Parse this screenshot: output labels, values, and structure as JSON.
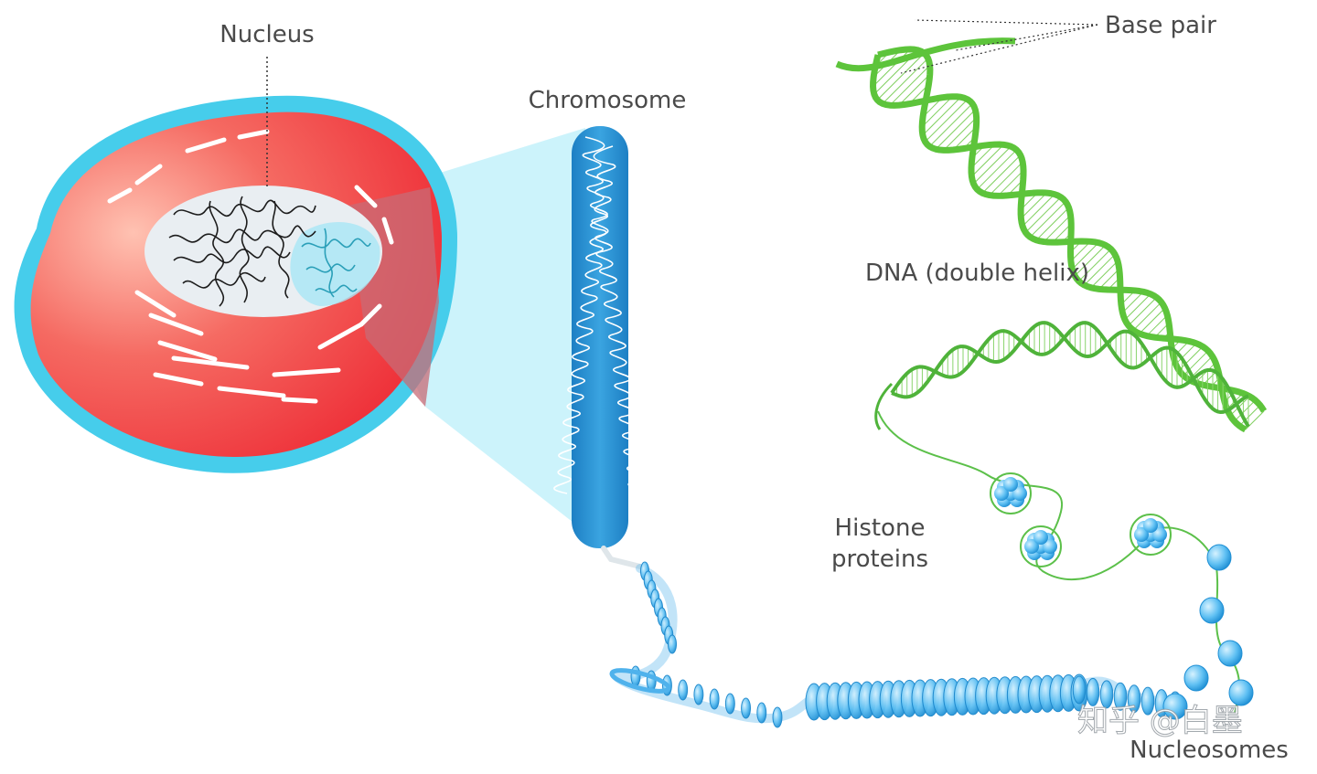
{
  "labels": {
    "nucleus": "Nucleus",
    "chromosome": "Chromosome",
    "base_pair": "Base pair",
    "dna": "DNA (double helix)",
    "histone_line1": "Histone",
    "histone_line2": "proteins",
    "nucleosomes": "Nucleosomes"
  },
  "watermark": "知乎 @白墨",
  "colors": {
    "cell_body": "#f03a3f",
    "cell_membrane": "#46cdeb",
    "zoom_cone": "#c9f2fb",
    "chromosome": "#2a8fd1",
    "dna_green": "#5dc43b",
    "nucleosome_blue": "#55b8f0",
    "text": "#4a4a4a"
  }
}
